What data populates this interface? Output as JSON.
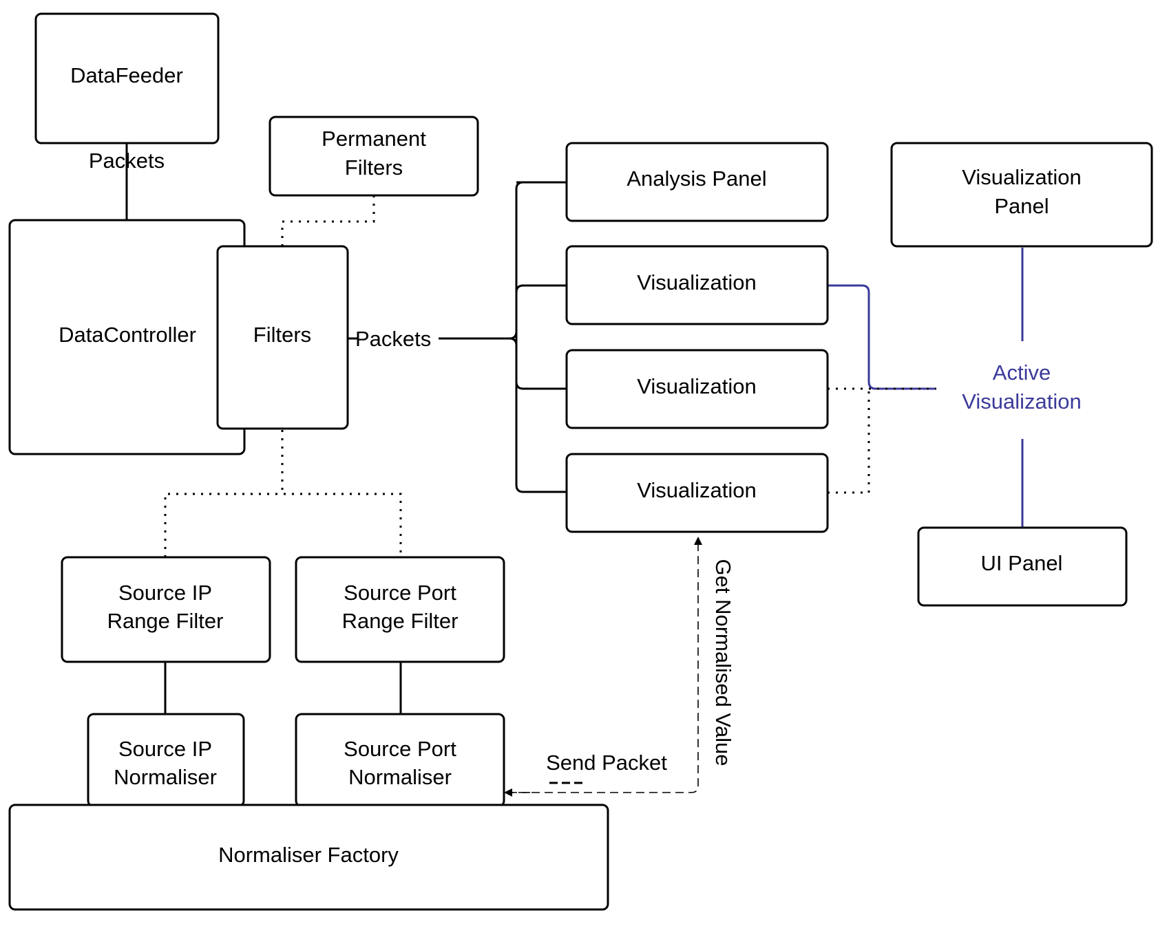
{
  "nodes": {
    "data_feeder": "DataFeeder",
    "data_controller": "DataController",
    "filters": "Filters",
    "permanent_filters": [
      "Permanent",
      "Filters"
    ],
    "analysis_panel": "Analysis Panel",
    "visualization_1": "Visualization",
    "visualization_2": "Visualization",
    "visualization_3": "Visualization",
    "visualization_panel": [
      "Visualization",
      "Panel"
    ],
    "active_visualization": [
      "Active",
      "Visualization"
    ],
    "ui_panel": "UI Panel",
    "source_ip_range_filter": [
      "Source IP",
      "Range Filter"
    ],
    "source_port_range_filter": [
      "Source Port",
      "Range Filter"
    ],
    "source_ip_normaliser": [
      "Source IP",
      "Normaliser"
    ],
    "source_port_normaliser": [
      "Source Port",
      "Normaliser"
    ],
    "normaliser_factory": "Normaliser Factory"
  },
  "edges": {
    "feeder_to_controller": "Packets",
    "filters_to_outputs": "Packets",
    "send_packet": "Send Packet",
    "get_normalised_value": "Get Normalised Value"
  },
  "colors": {
    "active_link": "#3a3a9a"
  }
}
